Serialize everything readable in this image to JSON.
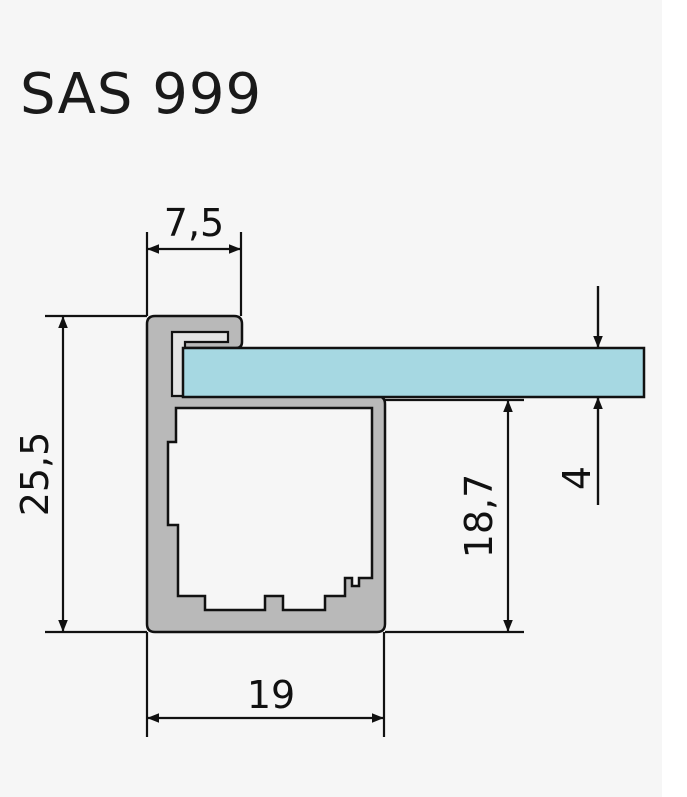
{
  "title": "SAS 999",
  "dimensions": {
    "top_width": "7,5",
    "left_height": "25,5",
    "inner_height": "18,7",
    "glass_thickness": "4",
    "bottom_width": "19"
  },
  "colors": {
    "profile_fill": "#b9b9b9",
    "glass_fill": "#a6d8e2",
    "line": "#111111",
    "background": "#f6f6f6"
  }
}
